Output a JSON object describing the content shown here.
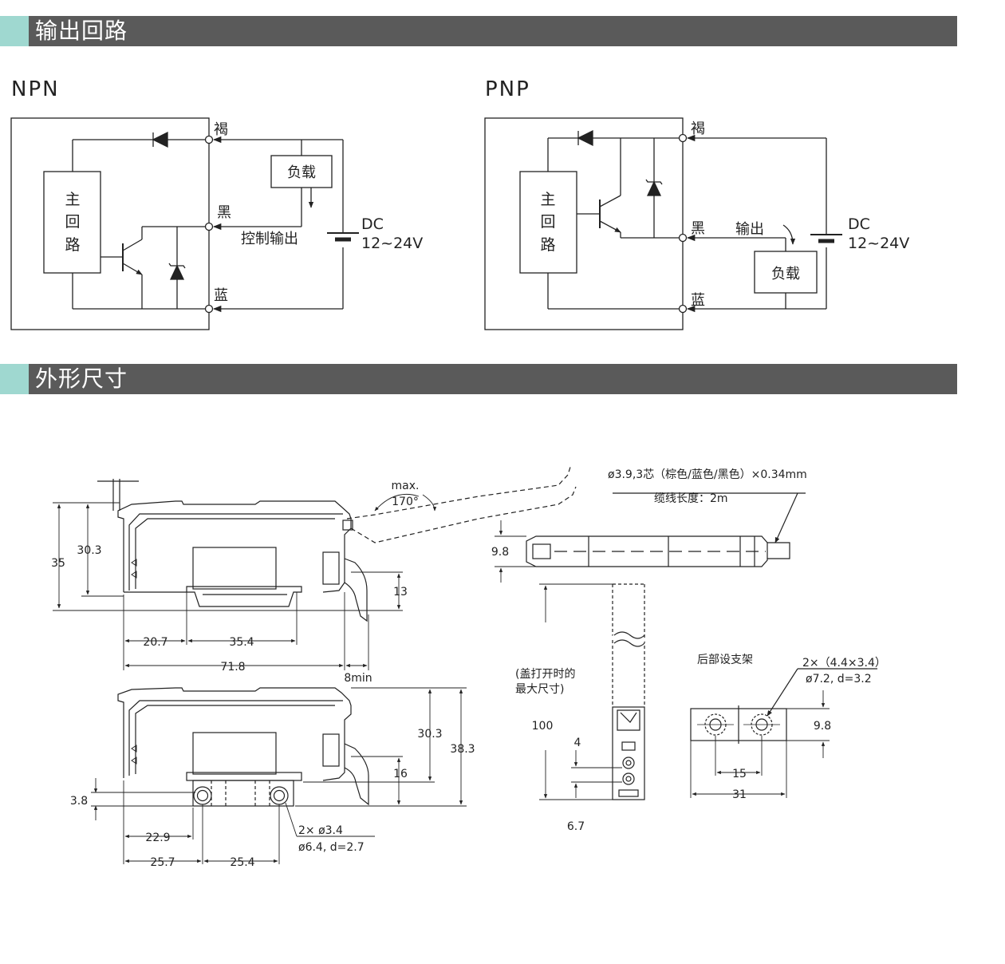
{
  "sections": {
    "output_circuit": "输出回路",
    "dimensions": "外形尺寸"
  },
  "npn": {
    "title": "NPN",
    "main_circuit": [
      "主",
      "回",
      "路"
    ],
    "wire_brown": "褐",
    "wire_black": "黑",
    "wire_blue": "蓝",
    "load": "负载",
    "control_output": "控制输出",
    "dc": "DC",
    "voltage": "12~24V"
  },
  "pnp": {
    "title": "PNP",
    "main_circuit": [
      "主",
      "回",
      "路"
    ],
    "wire_brown": "褐",
    "wire_black": "黑",
    "wire_blue": "蓝",
    "load": "负载",
    "output": "输出",
    "dc": "DC",
    "voltage": "12~24V"
  },
  "dims": {
    "max_angle_1": "max.",
    "max_angle_2": "170°",
    "d35": "35",
    "d30_3a": "30.3",
    "d13": "13",
    "d20_7": "20.7",
    "d35_4": "35.4",
    "d71_8": "71.8",
    "d8min": "8min",
    "d30_3b": "30.3",
    "d38_3": "38.3",
    "d16": "16",
    "d3_8": "3.8",
    "d22_9": "22.9",
    "d25_7": "25.7",
    "d25_4": "25.4",
    "hole1": "2× ø3.4",
    "hole2": "ø6.4, d=2.7",
    "cable_spec": "ø3.9,3芯（棕色/蓝色/黑色）×0.34mm",
    "cable_len": "缆线长度：2m",
    "d9_8a": "9.8",
    "cover_open_1": "(盖打开时的",
    "cover_open_2": "最大尺寸)",
    "d100": "100",
    "d4": "4",
    "d6_7": "6.7",
    "rear_bracket": "后部设支架",
    "bracket_hole1": "2×（4.4×3.4）",
    "bracket_hole2": "ø7.2, d=3.2",
    "d9_8b": "9.8",
    "d15": "15",
    "d31": "31"
  }
}
